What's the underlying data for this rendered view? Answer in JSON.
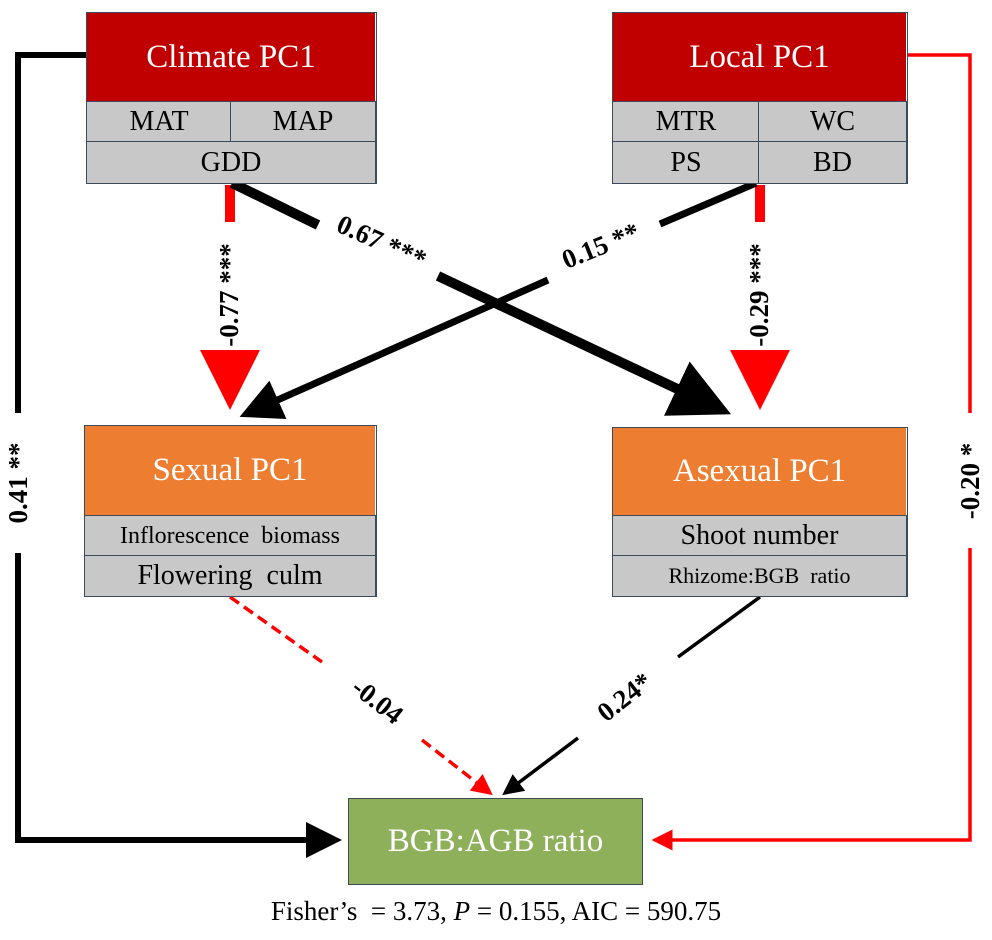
{
  "nodes": {
    "climate": {
      "title": "Climate PC1",
      "vars": [
        "MAT",
        "MAP",
        "GDD"
      ],
      "color": "#c00000"
    },
    "local": {
      "title": "Local PC1",
      "vars": [
        "MTR",
        "WC",
        "PS",
        "BD"
      ],
      "color": "#c00000"
    },
    "sexual": {
      "title": "Sexual PC1",
      "vars": [
        "Inflorescence  biomass",
        "Flowering  culm"
      ],
      "color": "#ed7d31"
    },
    "asexual": {
      "title": "Asexual PC1",
      "vars": [
        "Shoot number",
        "Rhizome:BGB  ratio"
      ],
      "color": "#ed7d31"
    },
    "bgb": {
      "title": "BGB:AGB ratio",
      "color": "#8fb05a"
    }
  },
  "edges": [
    {
      "from": "Climate PC1",
      "to": "Sexual PC1",
      "coef": "-0.77 ***",
      "sign": "negative",
      "style": "solid"
    },
    {
      "from": "Climate PC1",
      "to": "Asexual PC1",
      "coef": "0.67 ***",
      "sign": "positive",
      "style": "solid"
    },
    {
      "from": "Local PC1",
      "to": "Sexual PC1",
      "coef": "0.15 **",
      "sign": "positive",
      "style": "solid"
    },
    {
      "from": "Local PC1",
      "to": "Asexual PC1",
      "coef": "-0.29 ***",
      "sign": "negative",
      "style": "solid"
    },
    {
      "from": "Climate PC1",
      "to": "BGB:AGB ratio",
      "coef": "0.41 **",
      "sign": "positive",
      "style": "solid"
    },
    {
      "from": "Local PC1",
      "to": "BGB:AGB ratio",
      "coef": "-0.20 *",
      "sign": "negative",
      "style": "solid"
    },
    {
      "from": "Sexual PC1",
      "to": "BGB:AGB ratio",
      "coef": "-0.04",
      "sign": "negative",
      "style": "dashed"
    },
    {
      "from": "Asexual PC1",
      "to": "BGB:AGB ratio",
      "coef": "0.24*",
      "sign": "positive",
      "style": "solid"
    }
  ],
  "colors": {
    "positive": "#000000",
    "negative": "#ff0000"
  },
  "footer": {
    "prefix": "Fisher’s  = 3.73, ",
    "p_label": "P",
    "suffix": " = 0.155, AIC = 590.75"
  }
}
